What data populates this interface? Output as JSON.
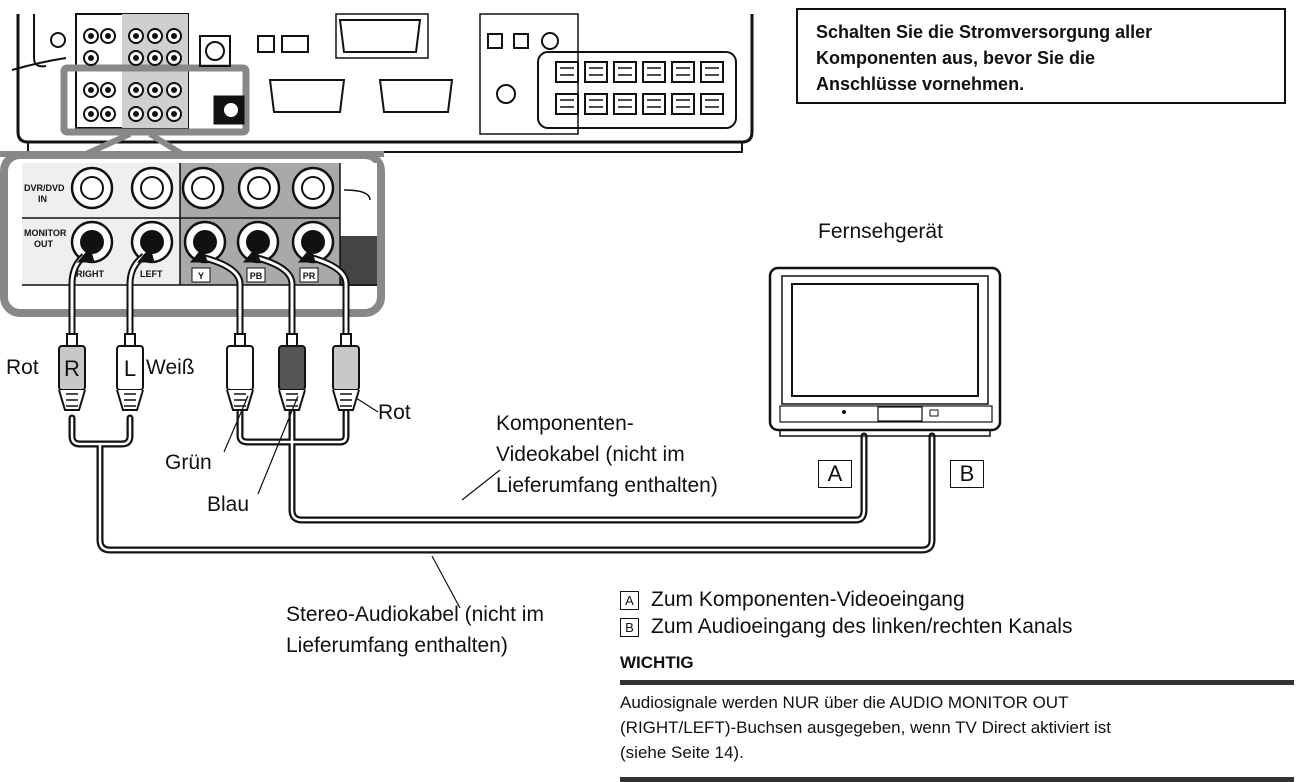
{
  "notice": {
    "lines": [
      "Schalten Sie die Stromversorgung aller",
      "Komponenten aus, bevor Sie die",
      "Anschlüsse vornehmen."
    ]
  },
  "panel": {
    "dvr_label": [
      "DVR/DVD",
      "IN"
    ],
    "monitor_label": [
      "MONITOR",
      "OUT"
    ],
    "audio_labels": [
      "RIGHT",
      "LEFT"
    ],
    "video_labels": [
      "Y",
      "PB",
      "PR"
    ]
  },
  "plugs": {
    "right_letter": "R",
    "left_letter": "L"
  },
  "labels": {
    "tv": "Fernsehgerät",
    "rot_left": "Rot",
    "weiss": "Weiß",
    "rot_right": "Rot",
    "gruen": "Grün",
    "blau": "Blau",
    "component_cable": [
      "Komponenten-",
      "Videokabel (nicht im",
      "Lieferumfang enthalten)"
    ],
    "audio_cable": [
      "Stereo-Audiokabel (nicht im",
      "Lieferumfang enthalten)"
    ]
  },
  "tv_inputs": {
    "a": "A",
    "b": "B"
  },
  "legend": [
    {
      "key": "A",
      "text": "Zum Komponenten-Videoeingang"
    },
    {
      "key": "B",
      "text": "Zum Audioeingang des linken/rechten Kanals"
    }
  ],
  "important": {
    "title": "WICHTIG",
    "lines": [
      "Audiosignale werden NUR über die AUDIO MONITOR OUT",
      "(RIGHT/LEFT)-Buchsen ausgegeben, wenn TV Direct aktiviert ist",
      "(siehe Seite 14)."
    ]
  },
  "colors": {
    "line": "#111111",
    "panel_gray": "#a9a9a9",
    "panel_light": "#efefef",
    "plug_dark": "#555555",
    "plug_light": "#c8c8c8"
  }
}
